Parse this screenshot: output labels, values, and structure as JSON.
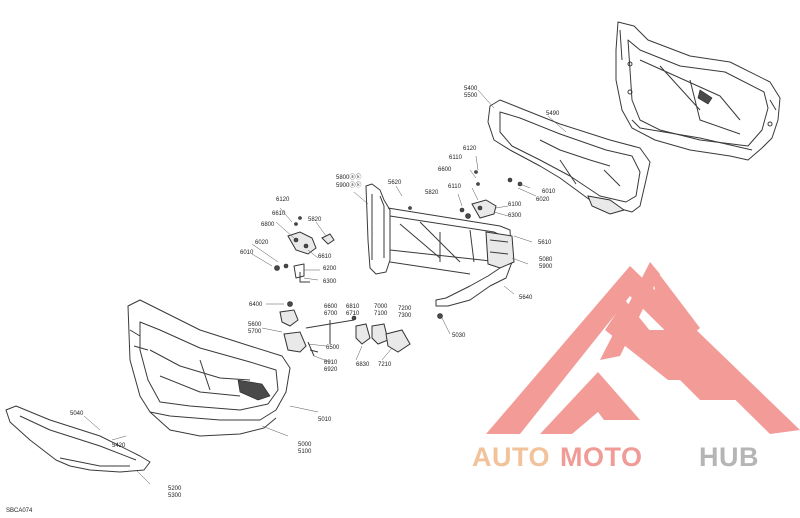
{
  "diagram_code": "SBCA074",
  "labels": {
    "l6120a": "6120",
    "l6610": "6610",
    "l6800": "6800",
    "l5820a": "5820",
    "l6020a": "6020",
    "l6010a": "6010",
    "l6610b": "6610",
    "l6200": "6200",
    "l6300a": "6300",
    "l5800": "5800ⓐⓚ",
    "l5900": "5900ⓐⓚ",
    "l5620": "5620",
    "l5400": "5400",
    "l5500": "5500",
    "l5490": "5490",
    "l6120b": "6120",
    "l6110a": "6110",
    "l6600": "6600",
    "l5820b": "5820",
    "l6110b": "6110",
    "l6010b": "6010",
    "l6020b": "6020",
    "l6100": "6100",
    "l6300b": "6300",
    "l5610": "5610",
    "l5080": "5080",
    "l5900b": "5900",
    "l5640": "5640",
    "l6400": "6400",
    "l5600": "5600",
    "l5700": "5700",
    "l6600b": "6600",
    "l6700": "6700",
    "l6810": "6810",
    "l6710": "6710",
    "l7000": "7000",
    "l7100": "7100",
    "l7200": "7200",
    "l7300": "7300",
    "l6500": "6500",
    "l6910": "6910",
    "l6920": "6920",
    "l6830": "6830",
    "l7210": "7210",
    "l5030": "5030",
    "l5040": "5040",
    "l5420": "5420",
    "l5010": "5010",
    "l5000": "5000",
    "l5100": "5100",
    "l5200": "5200",
    "l5300": "5300"
  },
  "watermark": {
    "word_auto": "AUTO",
    "word_moto": "MOTO",
    "word_hub": "HUB",
    "color_auto": "#f0b88a",
    "color_moto": "#ef8a86",
    "color_hub": "#a9a9a9",
    "triangle_color": "#f08a86"
  }
}
